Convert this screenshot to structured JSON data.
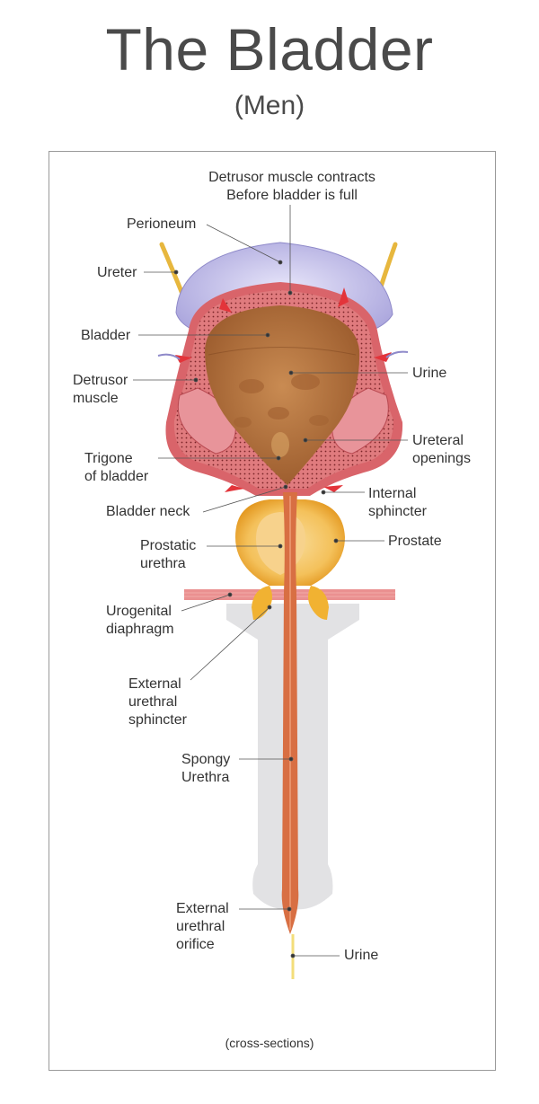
{
  "header": {
    "title": "The Bladder",
    "subtitle": "(Men)"
  },
  "labels": {
    "detrusor_contracts": "Detrusor muscle contracts\nBefore bladder is full",
    "perioneum": "Perioneum",
    "ureter": "Ureter",
    "bladder": "Bladder",
    "detrusor_muscle": "Detrusor\nmuscle",
    "urine_top": "Urine",
    "ureteral_openings": "Ureteral\nopenings",
    "trigone": "Trigone\nof bladder",
    "internal_sphincter": "Internal\nsphincter",
    "bladder_neck": "Bladder neck",
    "prostate": "Prostate",
    "prostatic_urethra": "Prostatic\nurethra",
    "urogenital_diaphragm": "Urogenital\ndiaphragm",
    "external_urethral_sphincter": "External\nurethral\nsphincter",
    "spongy_urethra": "Spongy\nUrethra",
    "external_urethral_orifice": "External\nurethral\norifice",
    "urine_bottom": "Urine"
  },
  "footer": "(cross-sections)",
  "colors": {
    "peritoneum": "#b9b6e6",
    "bladder_wall": "#d9646a",
    "urine": "#b9733a",
    "prostate": "#f2b33a",
    "prostate_inner": "#f7d28c",
    "urethra": "#d86f43",
    "penis_silhouette": "#e2e2e4",
    "ureter": "#e7b73e"
  }
}
